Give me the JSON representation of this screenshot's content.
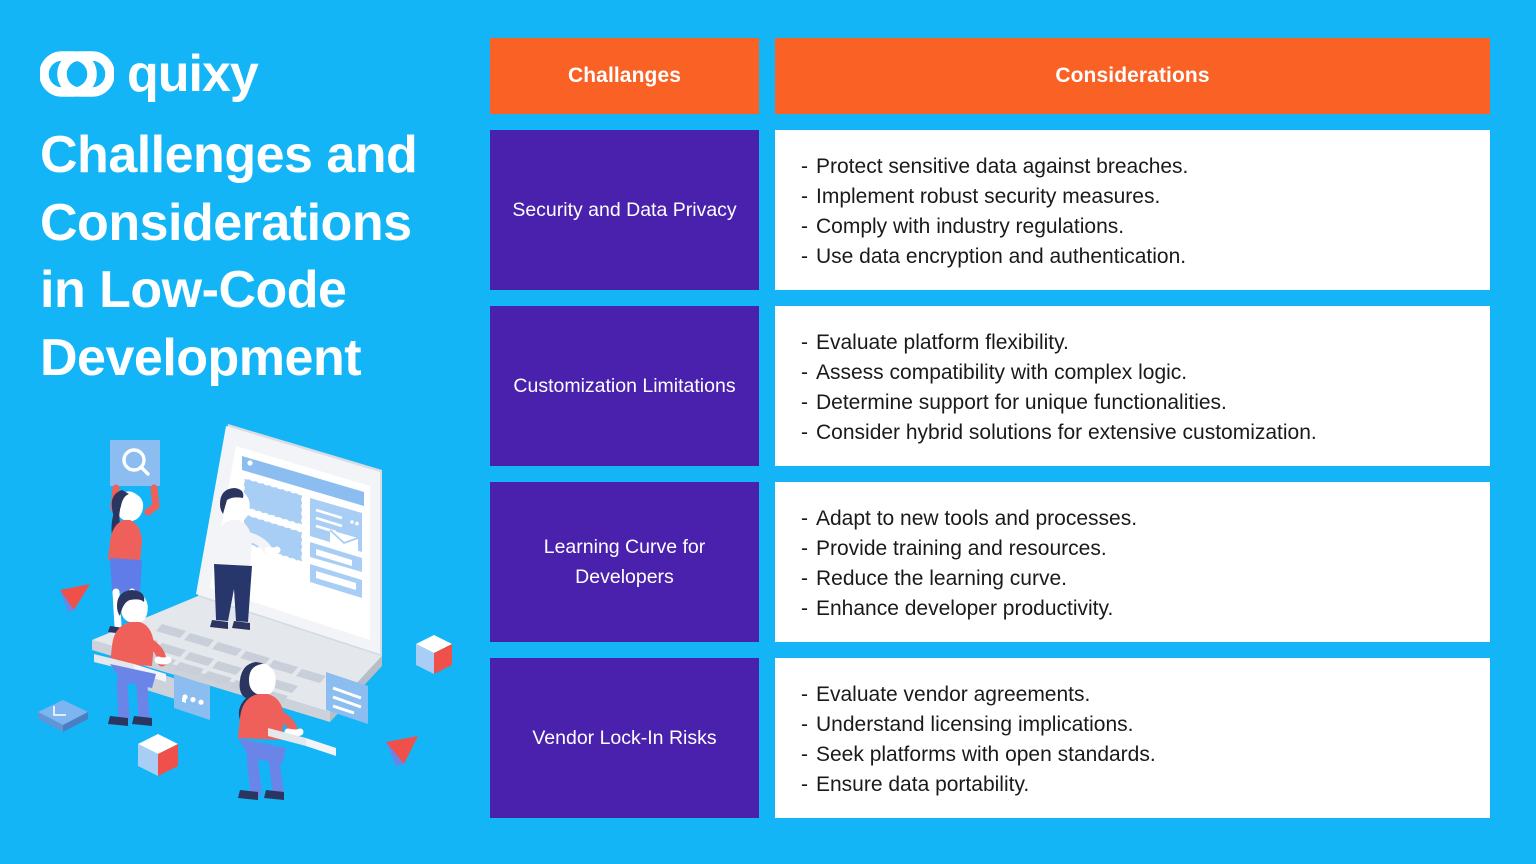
{
  "brand": {
    "logo_icon": "quixy-infinity-loop-logo",
    "name": "quixy"
  },
  "headline": "Challenges and Considerations in Low-Code Development",
  "colors": {
    "background": "#13b5f7",
    "header_orange": "#fa6124",
    "challenge_purple": "#4a21ad",
    "cell_white": "#ffffff",
    "body_text": "#1a1a1a"
  },
  "table": {
    "headers": {
      "challenges": "Challanges",
      "considerations": "Considerations"
    },
    "rows": [
      {
        "challenge": "Security and Data Privacy",
        "considerations": [
          "Protect sensitive data against breaches.",
          "Implement robust security measures.",
          "Comply with industry regulations.",
          "Use data encryption and authentication."
        ]
      },
      {
        "challenge": "Customization Limitations",
        "considerations": [
          "Evaluate platform flexibility.",
          "Assess compatibility with complex logic.",
          "Determine support for unique functionalities.",
          "Consider hybrid solutions for extensive customization."
        ]
      },
      {
        "challenge": "Learning Curve for Developers",
        "considerations": [
          "Adapt to new tools and processes.",
          "Provide training and resources.",
          "Reduce the learning curve.",
          "Enhance developer productivity."
        ]
      },
      {
        "challenge": "Vendor Lock-In Risks",
        "considerations": [
          "Evaluate vendor agreements.",
          "Understand licensing implications.",
          "Seek platforms with open standards.",
          "Ensure data portability."
        ]
      }
    ],
    "bullet_dash": "-"
  },
  "illustration": {
    "name": "isometric-laptop-team-collaboration-illustration",
    "elements": [
      "laptop-isometric",
      "person-standing-on-keyboard",
      "person-holding-search-card",
      "person-seated-left-with-laptop",
      "person-seated-right-with-laptop",
      "search-icon-card",
      "chat-bubble-card",
      "text-lines-card",
      "envelope-icon",
      "red-white-cube",
      "red-blue-triangle"
    ]
  }
}
